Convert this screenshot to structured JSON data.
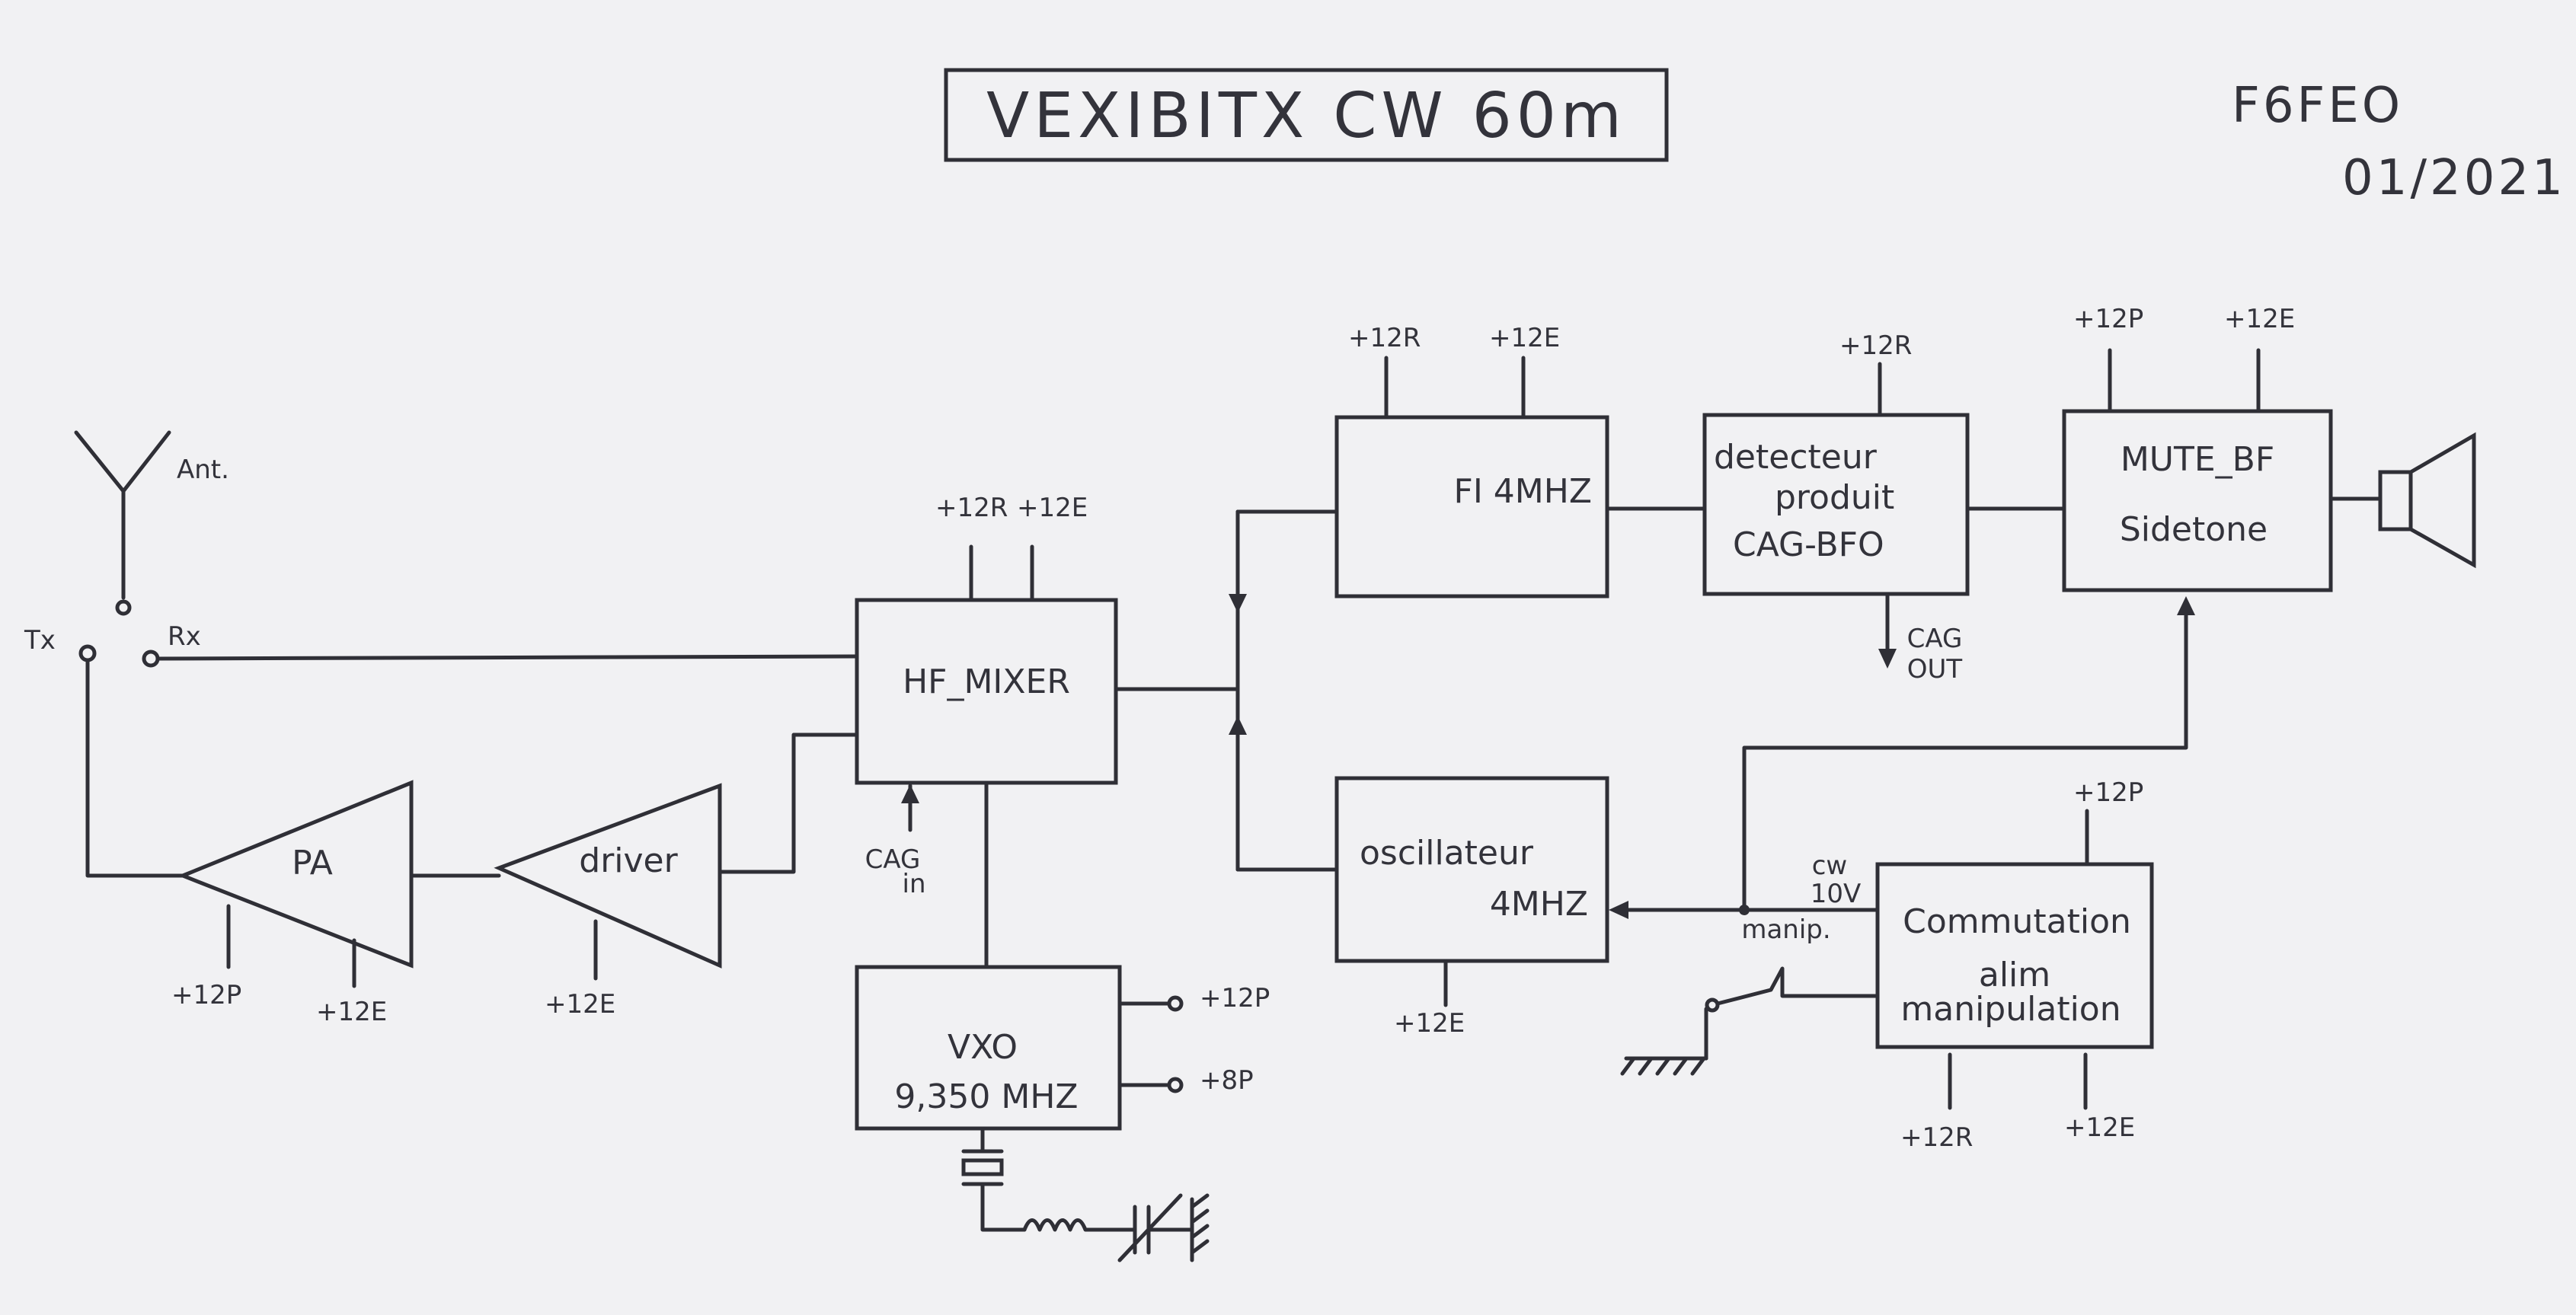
{
  "header": {
    "title": "VEXIBITX CW 60m",
    "callsign": "F6FEO",
    "date": "01/2021"
  },
  "antenna": {
    "label": "Ant.",
    "tx": "Tx",
    "rx": "Rx"
  },
  "blocks": {
    "hf_mixer": {
      "label": "HF_MIXER",
      "supply1": "+12R",
      "supply2": "+12E"
    },
    "cag_in": {
      "line1": "CAG",
      "line2": "in"
    },
    "fi": {
      "label": "FI 4MHZ",
      "supply1": "+12R",
      "supply2": "+12E"
    },
    "detector": {
      "line1": "detecteur",
      "line2": "produit",
      "line3": "CAG-BFO",
      "supply": "+12R"
    },
    "cag_out": {
      "line1": "CAG",
      "line2": "OUT"
    },
    "mute_bf": {
      "line1": "MUTE_BF",
      "line2": "Sidetone",
      "supply1": "+12P",
      "supply2": "+12E"
    },
    "oscillator": {
      "line1": "oscillateur",
      "line2": "4MHZ",
      "supply": "+12E"
    },
    "cw_signal": {
      "line1": "cw",
      "line2": "10V",
      "manip": "manip."
    },
    "commutation": {
      "line1": "Commutation",
      "line2": "alim",
      "line3": "manipulation",
      "supply_top": "+12P",
      "supply1": "+12R",
      "supply2": "+12E"
    },
    "vxo": {
      "line1": "VXO",
      "line2": "9,350 MHZ",
      "supply1": "+12P",
      "supply2": "+8P"
    },
    "pa": {
      "label": "PA",
      "supply1": "+12P",
      "supply2": "+12E"
    },
    "driver": {
      "label": "driver",
      "supply": "+12E"
    }
  }
}
